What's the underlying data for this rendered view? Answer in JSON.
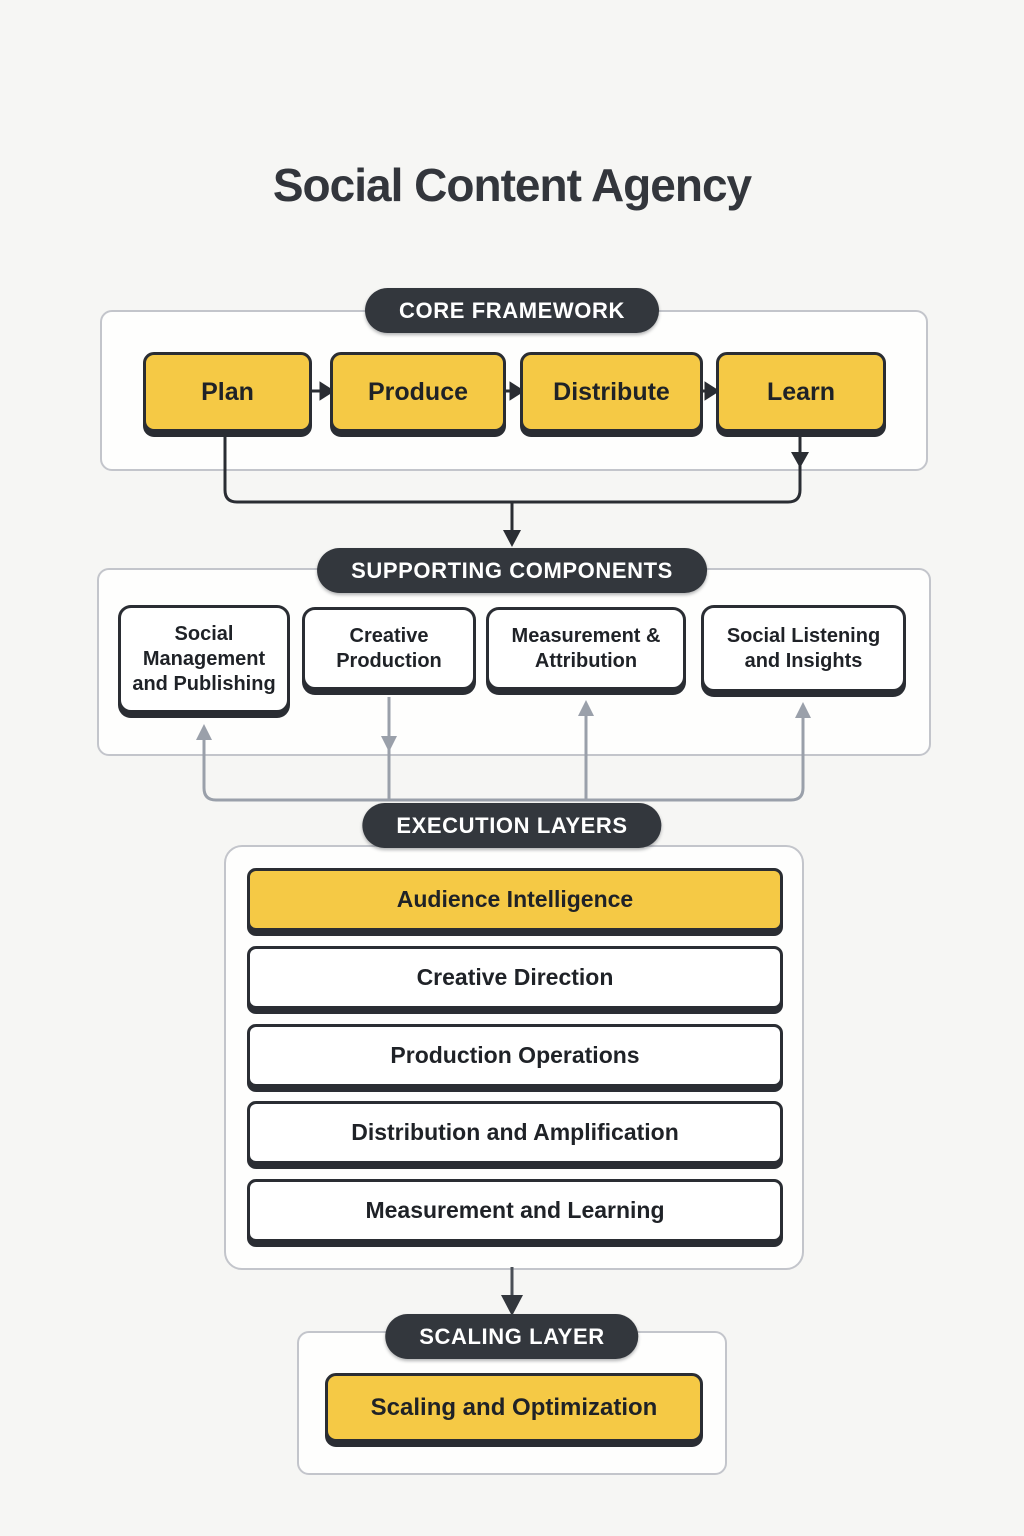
{
  "title": "Social Content Agency",
  "colors": {
    "background": "#f6f6f4",
    "accent_yellow": "#f5c945",
    "dark_ink": "#2a2d33",
    "badge_dark": "#33373d",
    "panel_border": "#c3c5cb",
    "connector_gray": "#9aa0aa"
  },
  "sections": {
    "core": {
      "badge": "CORE FRAMEWORK",
      "steps": [
        {
          "label": "Plan"
        },
        {
          "label": "Produce"
        },
        {
          "label": "Distribute"
        },
        {
          "label": "Learn"
        }
      ]
    },
    "supporting": {
      "badge": "SUPPORTING COMPONENTS",
      "components": [
        {
          "label": "Social Management and Publishing"
        },
        {
          "label": "Creative Production"
        },
        {
          "label": "Measurement & Attribution"
        },
        {
          "label": "Social Listening and Insights"
        }
      ]
    },
    "execution": {
      "badge": "EXECUTION LAYERS",
      "layers": [
        {
          "label": "Audience Intelligence",
          "highlight": true
        },
        {
          "label": "Creative Direction",
          "highlight": false
        },
        {
          "label": "Production Operations",
          "highlight": false
        },
        {
          "label": "Distribution and Amplification",
          "highlight": false
        },
        {
          "label": "Measurement and Learning",
          "highlight": false
        }
      ]
    },
    "scaling": {
      "badge": "SCALING LAYER",
      "box": {
        "label": "Scaling and Optimization"
      }
    }
  }
}
